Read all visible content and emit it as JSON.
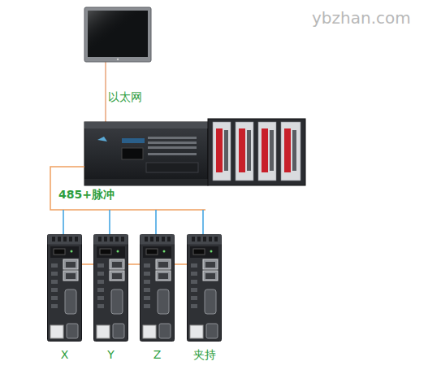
{
  "diagram": {
    "nodes": [
      {
        "text": [
          "X"
        ]
      },
      {
        "text": [
          "Y"
        ]
      },
      {
        "text": [
          "Z"
        ]
      },
      {
        "text": [
          "夹持"
        ]
      }
    ],
    "edges": [
      {
        "from": 0,
        "to": 1,
        "arrow": "none"
      },
      {
        "from": 1,
        "to": 2,
        "arrow": "none"
      },
      {
        "from": 2,
        "to": 3,
        "arrow": "none"
      }
    ],
    "labels": [
      "以太网",
      "485+脉冲",
      "ybzhan.com"
    ]
  }
}
